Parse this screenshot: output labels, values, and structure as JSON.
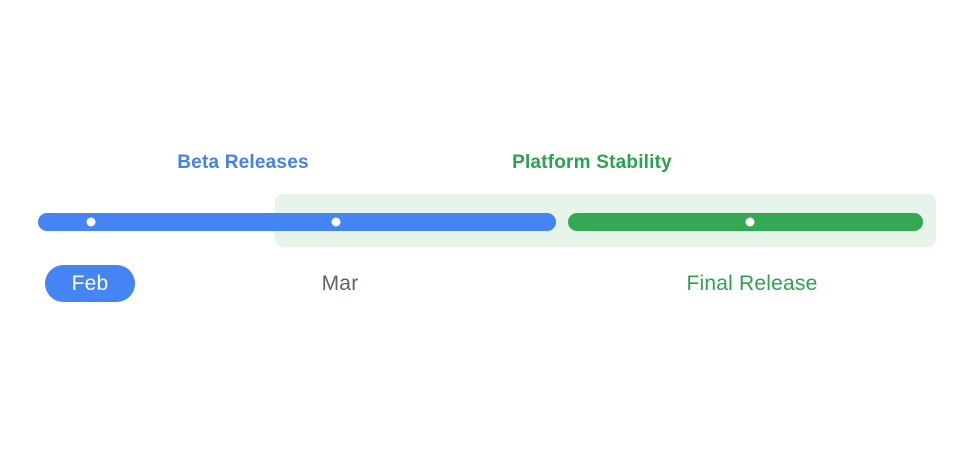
{
  "diagram": {
    "phases": [
      {
        "heading": "Beta Releases",
        "milestones": [
          {
            "label": "Feb"
          },
          {
            "label": "Mar"
          }
        ]
      },
      {
        "heading": "Platform Stability",
        "milestones": [
          {
            "label": "Final Release"
          }
        ]
      }
    ]
  },
  "colors": {
    "page_bg": "#ffffff",
    "blue_bar": "#4484f3",
    "blue_heading": "#4480ee",
    "green_bar": "#34a853",
    "green_heading": "#2ba24f",
    "green_backdrop": "#e6f4ea",
    "gray_label": "#5f6368",
    "milestone_dot": "#ffffff",
    "pill_text": "#ffffff"
  }
}
